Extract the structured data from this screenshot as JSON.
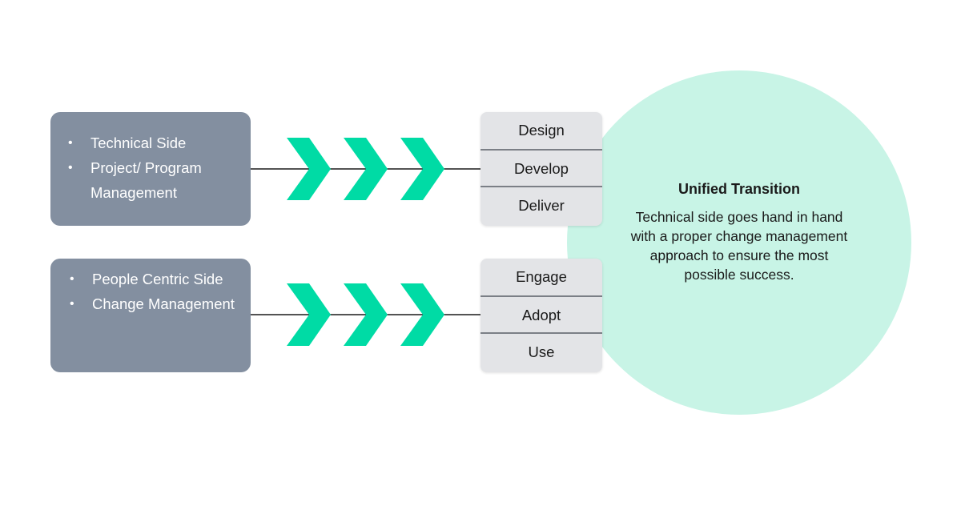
{
  "source_boxes": {
    "technical": {
      "items": [
        "Technical Side",
        "Project/ Program Management"
      ]
    },
    "people": {
      "items": [
        "People Centric Side",
        "Change Management"
      ]
    }
  },
  "phases": {
    "technical": [
      "Design",
      "Develop",
      "Deliver"
    ],
    "people": [
      "Engage",
      "Adopt",
      "Use"
    ]
  },
  "unified": {
    "title": "Unified Transition",
    "body": "Technical side goes hand in hand with a proper change management approach to ensure the most possible success."
  },
  "colors": {
    "box_fill": "#838fa0",
    "chevron": "#00dba5",
    "phase_fill": "#e3e4e7",
    "circle_fill": "#c8f4e6"
  },
  "icons": [
    "chevron-right-icon"
  ]
}
